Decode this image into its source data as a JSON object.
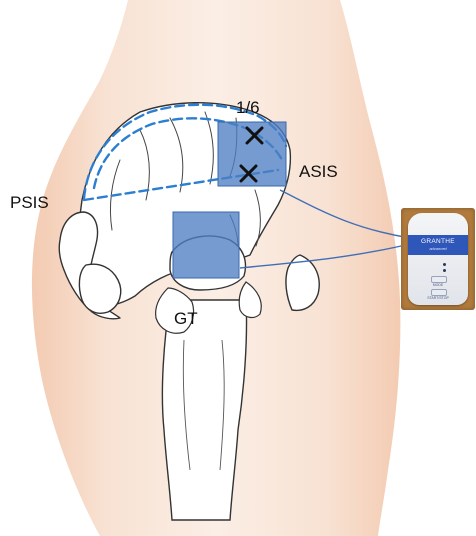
{
  "labels": {
    "fraction": "1/6",
    "asis": "ASIS",
    "psis": "PSIS",
    "gt": "GT"
  },
  "device": {
    "brand": "GRANTHE",
    "model": "advanced",
    "mode_label": "MODE",
    "start_label": "START/STOP"
  },
  "colors": {
    "skin": "#f6d9c4",
    "electrode_pad": "#4f7fc4",
    "dashed_line": "#2c7fd0",
    "lead_wire": "#3f6fb5",
    "device_band": "#2f56b9"
  }
}
